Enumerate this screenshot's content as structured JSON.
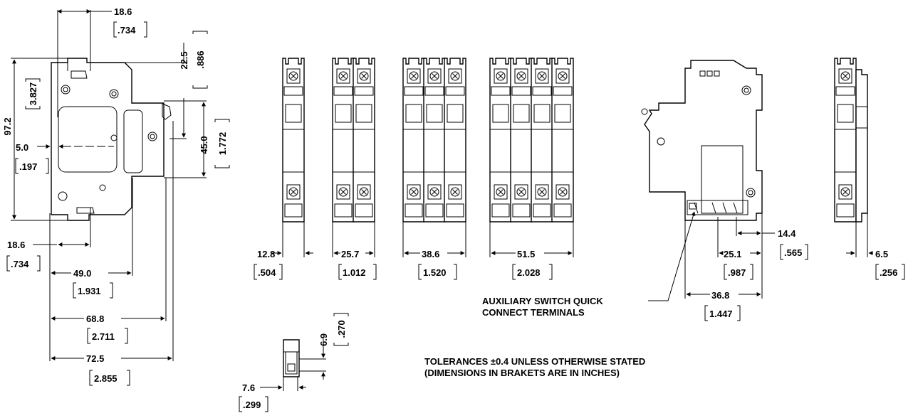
{
  "dimensions": {
    "side_top_width_mm": "18.6",
    "side_top_width_in": ".734",
    "side_height_mm": "97.2",
    "side_height_in": "3.827",
    "side_upper_mm": "22.5",
    "side_upper_in": ".886",
    "side_rail_mm": "45.0",
    "side_rail_in": "1.772",
    "side_offset_mm": "5.0",
    "side_offset_in": ".197",
    "side_bottom_width_mm": "18.6",
    "side_bottom_width_in": ".734",
    "side_depth1_mm": "49.0",
    "side_depth1_in": "1.931",
    "side_depth2_mm": "68.8",
    "side_depth2_in": "2.711",
    "side_depth3_mm": "72.5",
    "side_depth3_in": "2.855",
    "pole1_mm": "12.8",
    "pole1_in": ".504",
    "pole2_mm": "25.7",
    "pole2_in": "1.012",
    "pole3_mm": "38.6",
    "pole3_in": "1.520",
    "pole4_mm": "51.5",
    "pole4_in": "2.028",
    "aux_a_mm": "14.4",
    "aux_a_in": ".565",
    "aux_b_mm": "25.1",
    "aux_b_in": ".987",
    "aux_c_mm": "36.8",
    "aux_c_in": "1.447",
    "addon_mm": "6.5",
    "addon_in": ".256",
    "clip_h_mm": "6.9",
    "clip_h_in": ".270",
    "clip_w_mm": "7.6",
    "clip_w_in": ".299"
  },
  "notes": {
    "aux_line1": "AUXILIARY SWITCH QUICK",
    "aux_line2": "CONNECT TERMINALS",
    "tol_line1": "TOLERANCES ±0.4 UNLESS OTHERWISE STATED",
    "tol_line2": "(DIMENSIONS IN BRAKETS ARE IN INCHES)"
  }
}
